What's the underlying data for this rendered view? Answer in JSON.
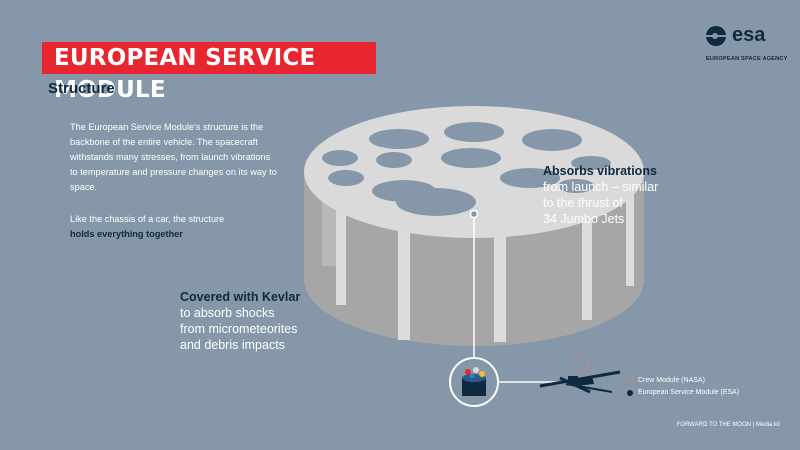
{
  "header": {
    "title": "EUROPEAN SERVICE MODULE",
    "subtitle": "Structure"
  },
  "body": {
    "paragraph1": "The European Service Module's structure is the backbone of the entire vehicle. The spacecraft withstands many stresses, from launch vibrations to temperature and pressure changes on its way to space.",
    "paragraph2_prefix": "Like the chassis of a car, the structure",
    "paragraph2_bold": "holds everything together"
  },
  "callouts": {
    "vibrations_head": "Absorbs vibrations",
    "vibrations_line1": "from launch – similar",
    "vibrations_line2": "to the thrust of",
    "vibrations_line3": "34 Jumbo Jets",
    "kevlar_head": "Covered with Kevlar",
    "kevlar_line1": "to absorb shocks",
    "kevlar_line2": "from micrometeorites",
    "kevlar_line3": "and debris impacts"
  },
  "logo": {
    "text": "esa",
    "subtext": "EUROPEAN SPACE AGENCY"
  },
  "legend": {
    "crew": "Crew Module (NASA)",
    "esm": "European Service Module (ESA)"
  },
  "footer": "FORWARD TO THE MOON | Media kit",
  "colors": {
    "background": "#8597a8",
    "accent_red": "#e8262f",
    "navy": "#0f2a40",
    "structure_light": "#d9d9d9",
    "structure_side": "#a6a6a6"
  }
}
